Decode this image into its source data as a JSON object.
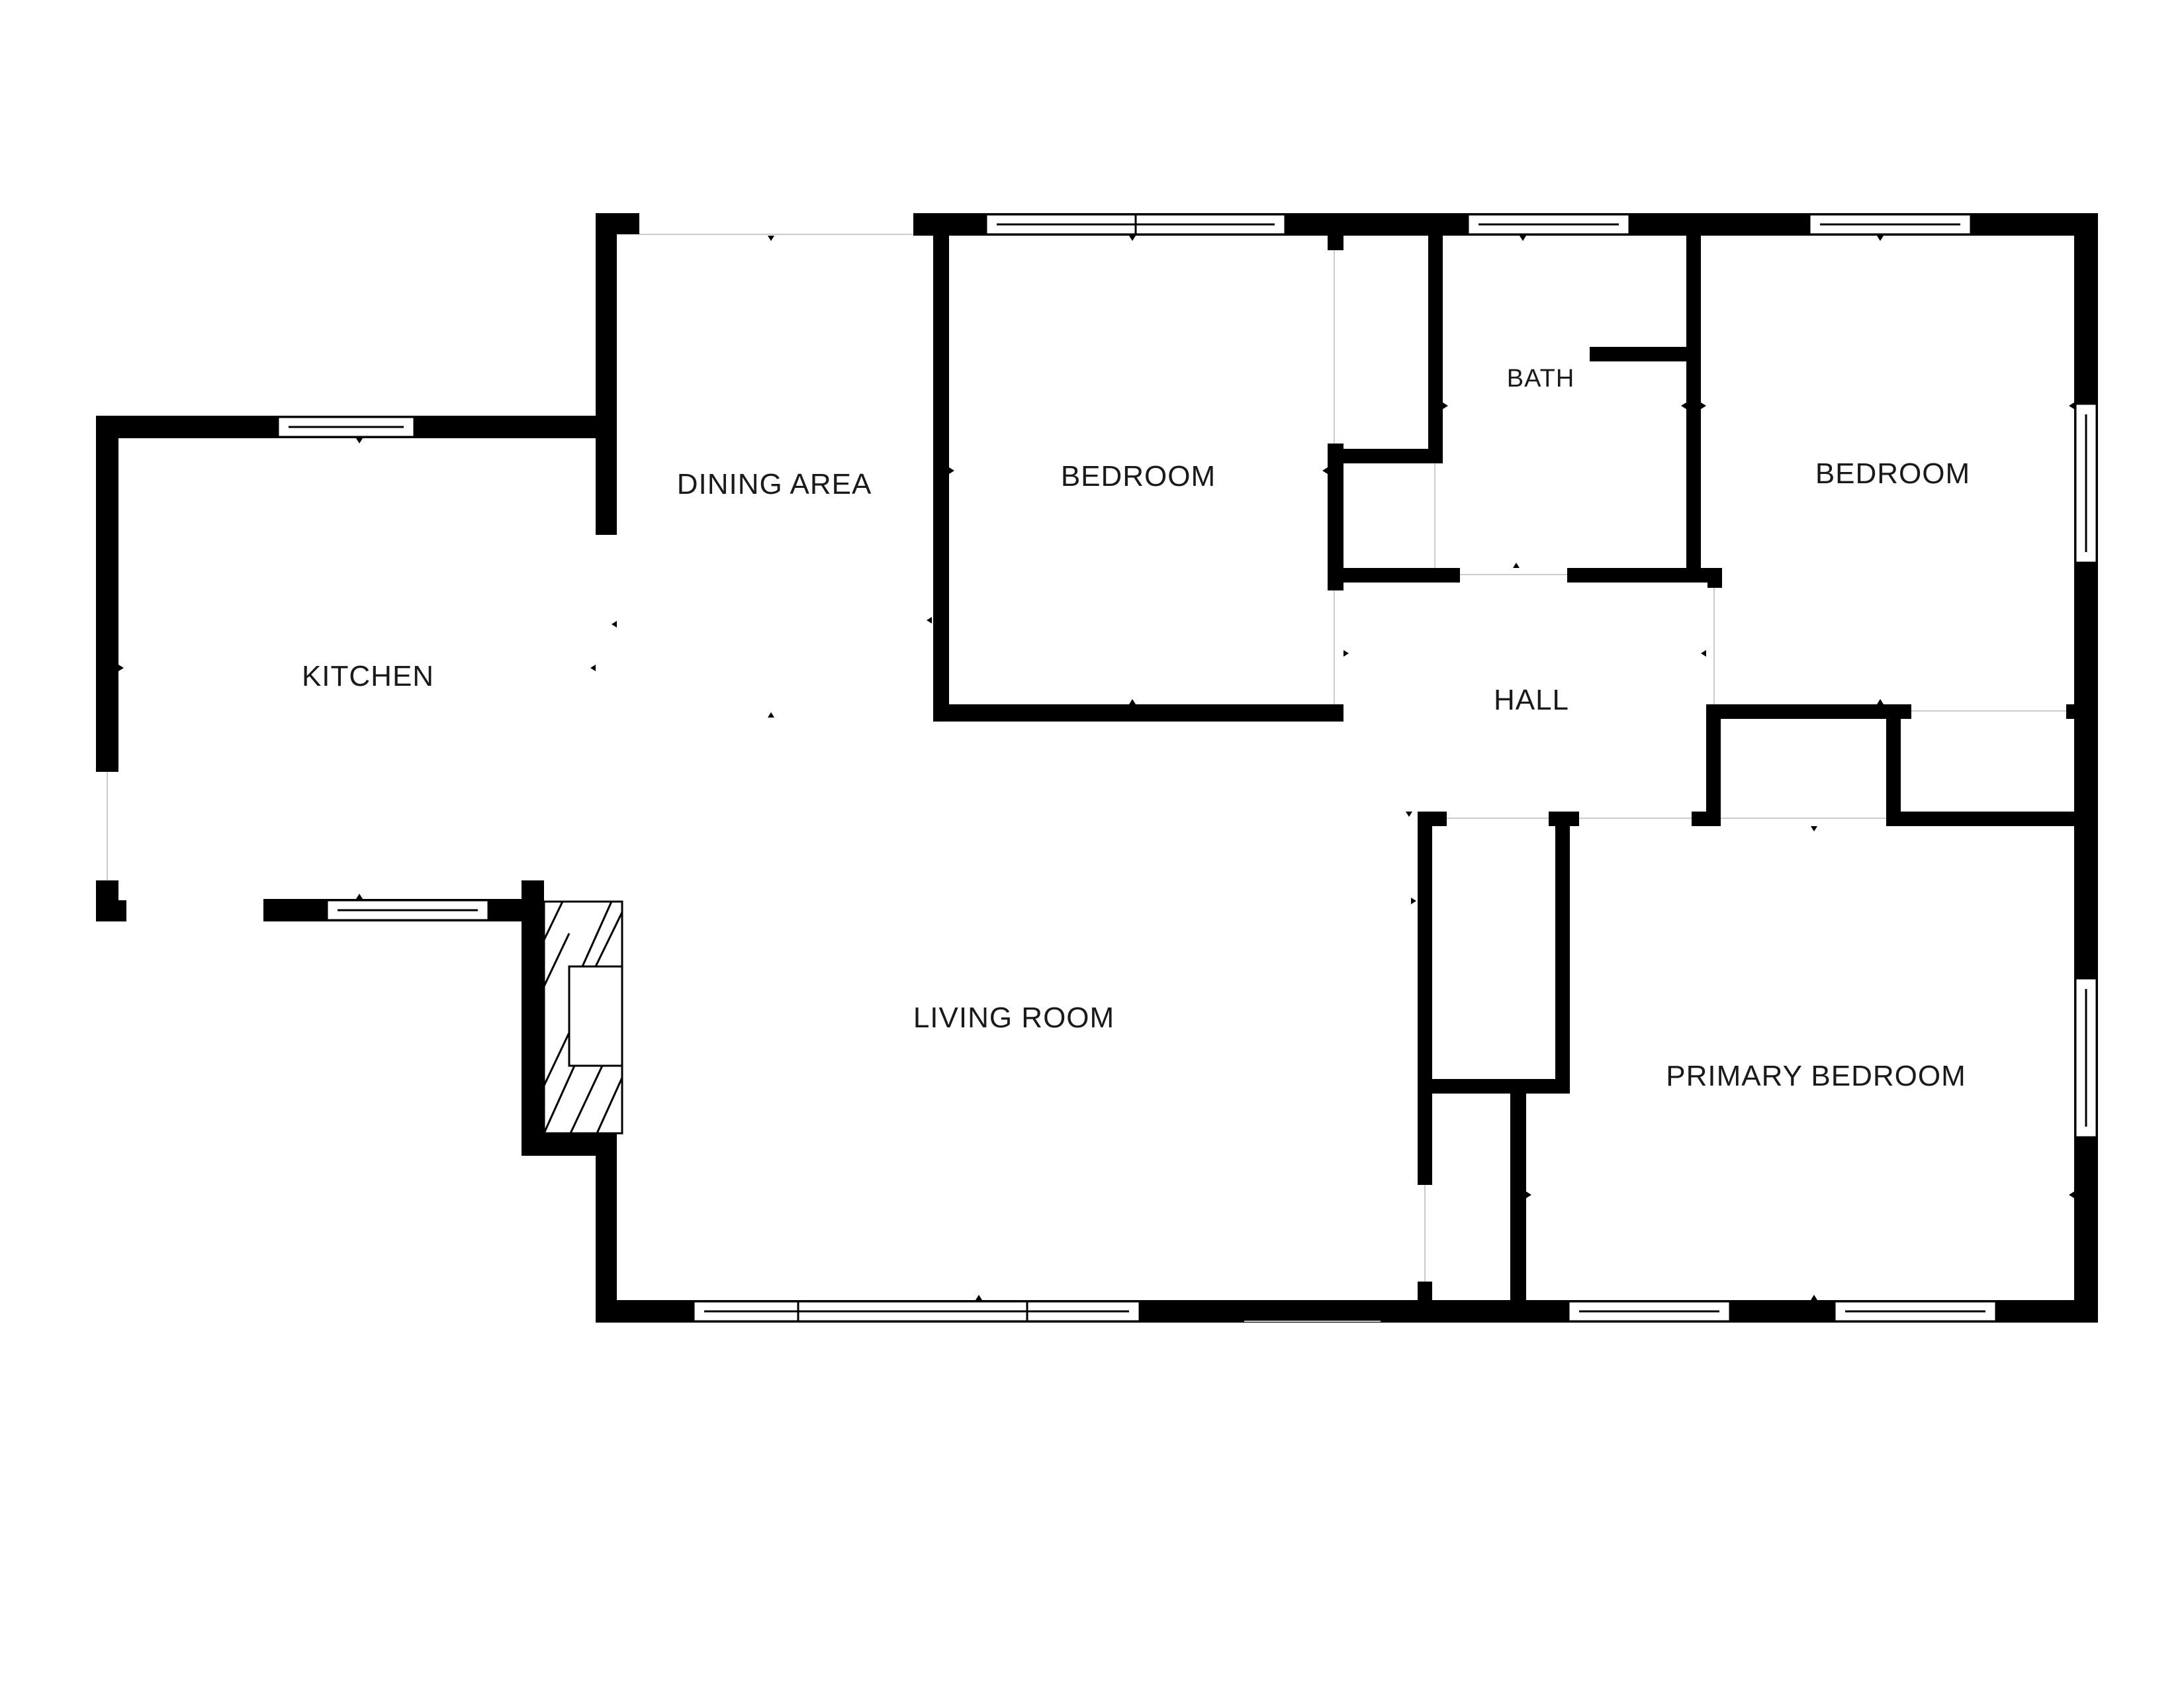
{
  "floorplan": {
    "rooms": {
      "dining_area": "DINING AREA",
      "bedroom_1": "BEDROOM",
      "bath": "BATH",
      "bedroom_2": "BEDROOM",
      "kitchen": "KITCHEN",
      "hall": "HALL",
      "living_room": "LIVING ROOM",
      "primary_bedroom": "PRIMARY BEDROOM"
    },
    "colors": {
      "wall": "#000000",
      "background": "#ffffff",
      "label": "#1a1a1a"
    }
  }
}
